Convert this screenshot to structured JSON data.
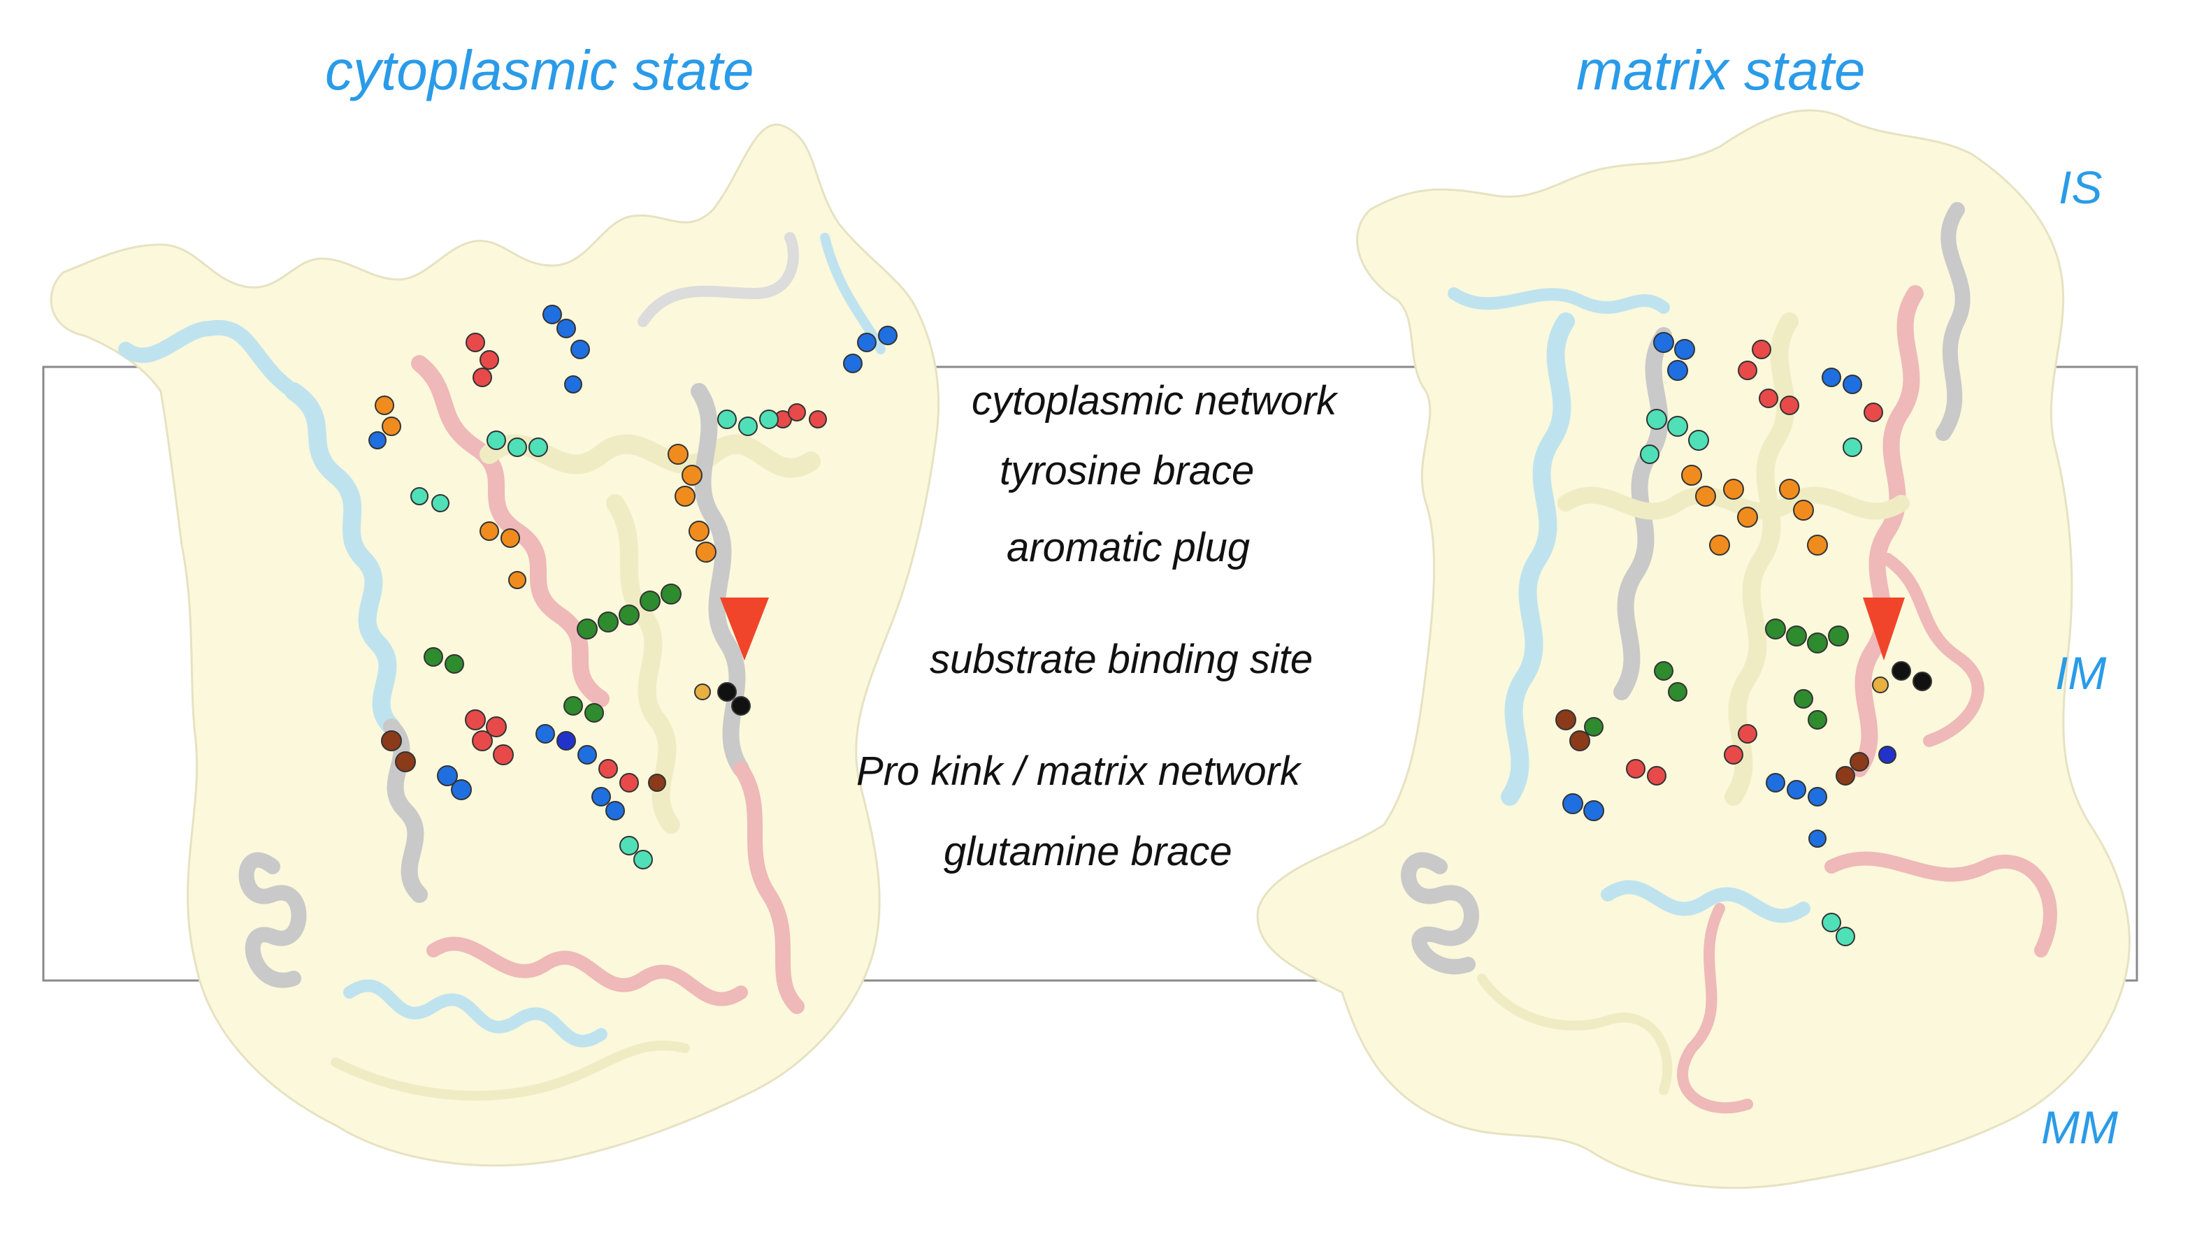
{
  "titles": {
    "left": "cytoplasmic state",
    "right": "matrix state"
  },
  "membrane_regions": {
    "top": "IS",
    "middle": "IM",
    "bottom": "MM"
  },
  "features": [
    "cytoplasmic network",
    "tyrosine brace",
    "aromatic plug",
    "substrate binding site",
    "Pro kink / matrix network",
    "glutamine brace"
  ],
  "colors": {
    "title_blue": "#2a9be8",
    "surface": "#fbf8dc",
    "helix_light_blue": "#bfe3ee",
    "helix_yellow": "#efecc4",
    "helix_pink": "#eeb9b8",
    "helix_grey": "#c9c9c9",
    "residue_red": "#e84a4a",
    "residue_blue": "#1f6fe0",
    "residue_dark_blue": "#2233cc",
    "residue_orange": "#f08c1e",
    "residue_cyan": "#4fe0b8",
    "residue_green": "#2e8b2e",
    "residue_brown": "#8b3a1a",
    "residue_black": "#111111",
    "residue_gold": "#e8b040",
    "marker_red": "#f0452a",
    "membrane_box": "#8a8a8a"
  }
}
